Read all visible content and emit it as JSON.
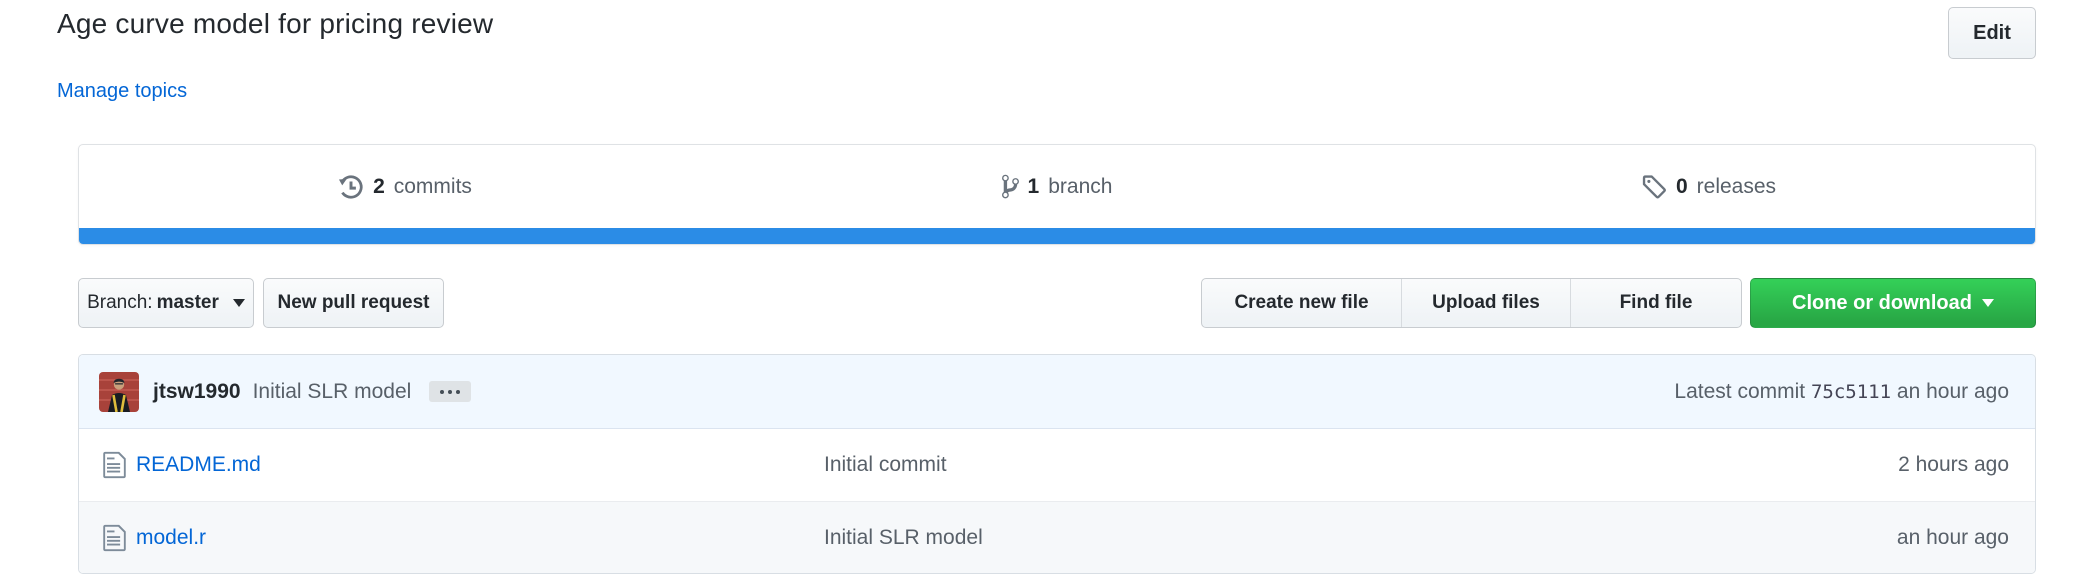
{
  "header": {
    "description": "Age curve model for pricing review",
    "edit_label": "Edit",
    "manage_topics_label": "Manage topics"
  },
  "stats": {
    "items": [
      {
        "count": "2",
        "label": "commits",
        "icon": "history-icon"
      },
      {
        "count": "1",
        "label": "branch",
        "icon": "git-branch-icon"
      },
      {
        "count": "0",
        "label": "releases",
        "icon": "tag-icon"
      }
    ],
    "language_bar_color": "#2b8ce6"
  },
  "toolbar": {
    "branch": {
      "prefix": "Branch:",
      "name": "master"
    },
    "new_pull_request_label": "New pull request",
    "create_new_file_label": "Create new file",
    "upload_files_label": "Upload files",
    "find_file_label": "Find file",
    "clone_label": "Clone or download"
  },
  "commit_header": {
    "username": "jtsw1990",
    "message": "Initial SLR model",
    "latest_commit_label": "Latest commit",
    "sha": "75c5111",
    "time": " an hour ago"
  },
  "files": [
    {
      "name": "README.md",
      "message": "Initial commit",
      "time": "2 hours ago"
    },
    {
      "name": "model.r",
      "message": "Initial SLR model",
      "time": "an hour ago"
    }
  ],
  "colors": {
    "link_blue": "#0366d6",
    "text_dark": "#24292e",
    "text_gray": "#586069",
    "language_bar_blue": "#2b8ce6",
    "clone_green": "#28a745",
    "commit_header_bg": "#f1f8ff",
    "alt_row_bg": "#f6f8fa",
    "border_gray": "#dfe2e5"
  }
}
